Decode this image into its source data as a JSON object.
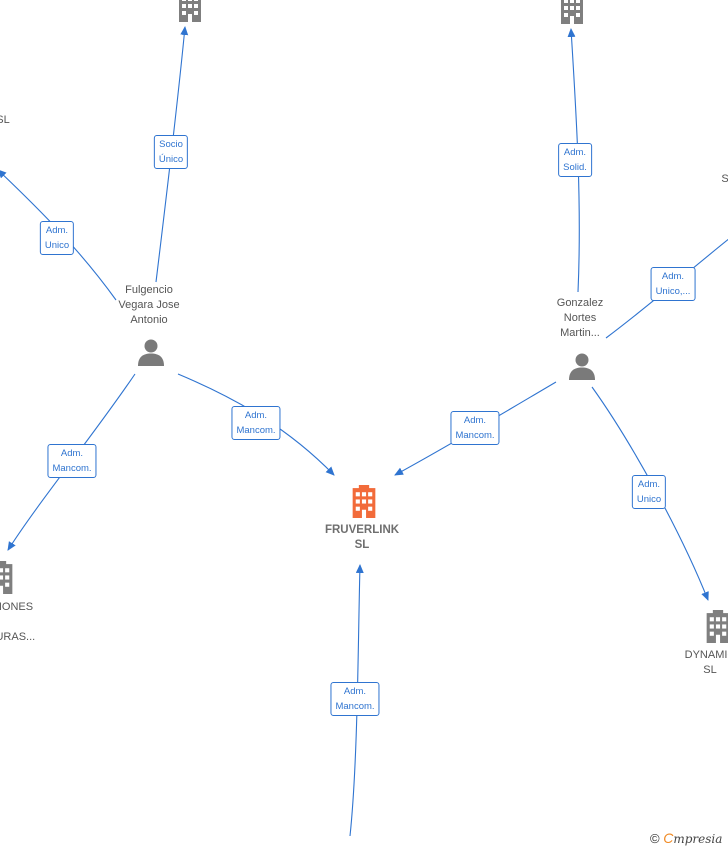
{
  "colors": {
    "edge": "#2f74d0",
    "main_company": "#f26b3a",
    "company": "#808080",
    "person": "#7a7a7a"
  },
  "nodes": {
    "fruverlink": {
      "label": "FRUVERLINK\nSL",
      "icon": "building-icon"
    },
    "fulgencio": {
      "label": "Fulgencio\nVegara Jose\nAntonio",
      "icon": "person-icon"
    },
    "gonzalez": {
      "label": "Gonzalez\nNortes\nMartin...",
      "icon": "person-icon"
    },
    "left_sl": {
      "label": "SL",
      "icon": "building-icon"
    },
    "left_bottom": {
      "label": "CIONES\n\nTURAS...",
      "icon": "building-icon"
    },
    "right_s": {
      "label": "S",
      "icon": "building-icon"
    },
    "dynamic": {
      "label": "DYNAMIC\nSL",
      "icon": "building-icon"
    },
    "top_left": {
      "label": "",
      "icon": "building-icon"
    },
    "top_right": {
      "label": "",
      "icon": "building-icon"
    }
  },
  "edges": {
    "e1": "Socio\nÚnico",
    "e2": "Adm.\nUnico",
    "e3": "Adm.\nMancom.",
    "e4": "Adm.\nMancom.",
    "e5": "Adm.\nSolid.",
    "e6": "Adm.\nUnico,...",
    "e7": "Adm.\nMancom.",
    "e8": "Adm.\nUnico",
    "e9": "Adm.\nMancom."
  },
  "footer": {
    "copyright": "©",
    "brand_first": "C",
    "brand_rest": "mpresia"
  }
}
